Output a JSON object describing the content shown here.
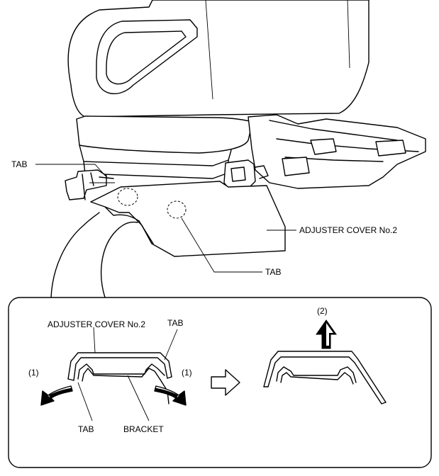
{
  "labels": {
    "tab_top": "TAB",
    "cover_main": "ADJUSTER COVER No.2",
    "tab_mid": "TAB",
    "inset_cover": "ADJUSTER COVER No.2",
    "inset_tab_right": "TAB",
    "step1_left": "(1)",
    "step1_right": "(1)",
    "step2": "(2)",
    "inset_tab_bottom": "TAB",
    "bracket": "BRACKET"
  }
}
